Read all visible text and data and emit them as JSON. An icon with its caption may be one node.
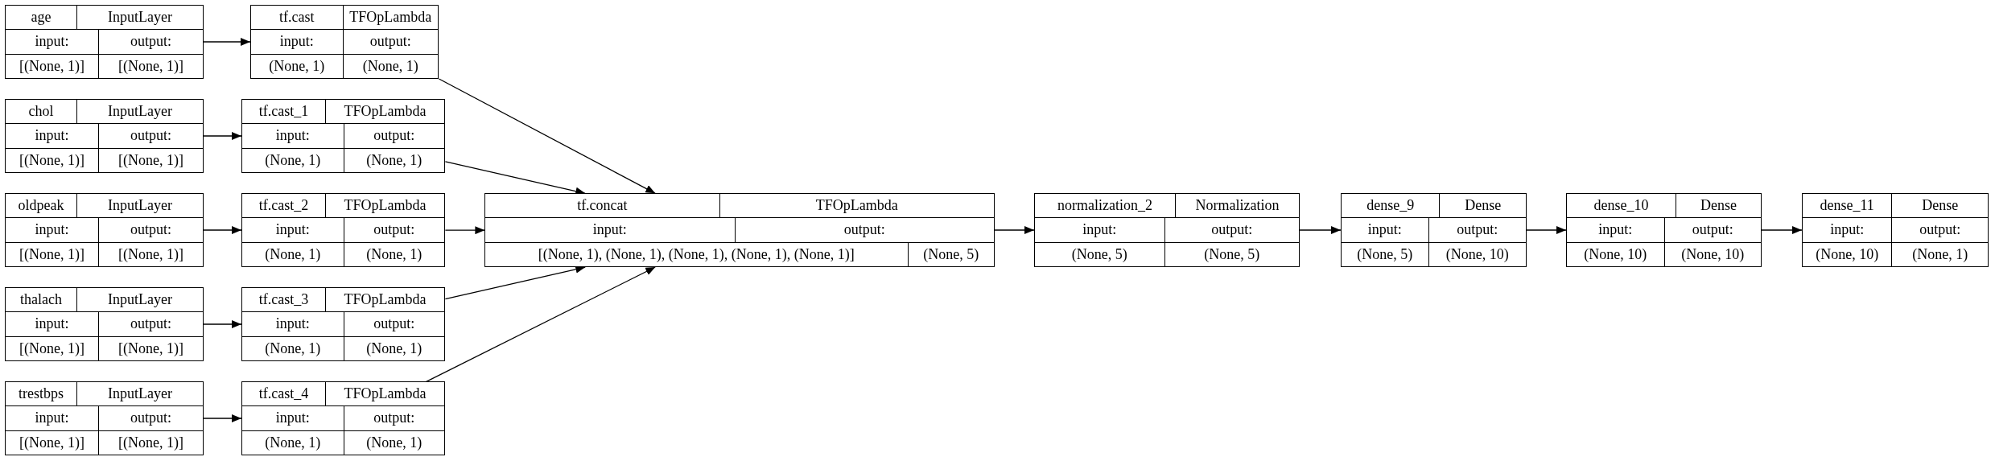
{
  "diagram": {
    "nodes": [
      {
        "text": [
          "age",
          "InputLayer",
          "input:",
          "output:",
          "[(None, 1)]",
          "[(None, 1)]"
        ]
      },
      {
        "text": [
          "chol",
          "InputLayer",
          "input:",
          "output:",
          "[(None, 1)]",
          "[(None, 1)]"
        ]
      },
      {
        "text": [
          "oldpeak",
          "InputLayer",
          "input:",
          "output:",
          "[(None, 1)]",
          "[(None, 1)]"
        ]
      },
      {
        "text": [
          "thalach",
          "InputLayer",
          "input:",
          "output:",
          "[(None, 1)]",
          "[(None, 1)]"
        ]
      },
      {
        "text": [
          "trestbps",
          "InputLayer",
          "input:",
          "output:",
          "[(None, 1)]",
          "[(None, 1)]"
        ]
      },
      {
        "text": [
          "tf.cast",
          "TFOpLambda",
          "input:",
          "output:",
          "(None, 1)",
          "(None, 1)"
        ]
      },
      {
        "text": [
          "tf.cast_1",
          "TFOpLambda",
          "input:",
          "output:",
          "(None, 1)",
          "(None, 1)"
        ]
      },
      {
        "text": [
          "tf.cast_2",
          "TFOpLambda",
          "input:",
          "output:",
          "(None, 1)",
          "(None, 1)"
        ]
      },
      {
        "text": [
          "tf.cast_3",
          "TFOpLambda",
          "input:",
          "output:",
          "(None, 1)",
          "(None, 1)"
        ]
      },
      {
        "text": [
          "tf.cast_4",
          "TFOpLambda",
          "input:",
          "output:",
          "(None, 1)",
          "(None, 1)"
        ]
      },
      {
        "text": [
          "tf.concat",
          "TFOpLambda",
          "input:",
          "output:",
          "[(None, 1), (None, 1), (None, 1), (None, 1), (None, 1)]",
          "(None, 5)"
        ]
      },
      {
        "text": [
          "normalization_2",
          "Normalization",
          "input:",
          "output:",
          "(None, 5)",
          "(None, 5)"
        ]
      },
      {
        "text": [
          "dense_9",
          "Dense",
          "input:",
          "output:",
          "(None, 5)",
          "(None, 10)"
        ]
      },
      {
        "text": [
          "dense_10",
          "Dense",
          "input:",
          "output:",
          "(None, 10)",
          "(None, 10)"
        ]
      },
      {
        "text": [
          "dense_11",
          "Dense",
          "input:",
          "output:",
          "(None, 10)",
          "(None, 1)"
        ]
      }
    ],
    "edges": [
      {
        "from": 0,
        "to": 5,
        "arrow": "to"
      },
      {
        "from": 1,
        "to": 6,
        "arrow": "to"
      },
      {
        "from": 2,
        "to": 7,
        "arrow": "to"
      },
      {
        "from": 3,
        "to": 8,
        "arrow": "to"
      },
      {
        "from": 4,
        "to": 9,
        "arrow": "to"
      },
      {
        "from": 5,
        "to": 10,
        "arrow": "to"
      },
      {
        "from": 6,
        "to": 10,
        "arrow": "to"
      },
      {
        "from": 7,
        "to": 10,
        "arrow": "to"
      },
      {
        "from": 8,
        "to": 10,
        "arrow": "to"
      },
      {
        "from": 9,
        "to": 10,
        "arrow": "to"
      },
      {
        "from": 10,
        "to": 11,
        "arrow": "to"
      },
      {
        "from": 11,
        "to": 12,
        "arrow": "to"
      },
      {
        "from": 12,
        "to": 13,
        "arrow": "to"
      },
      {
        "from": 13,
        "to": 14,
        "arrow": "to"
      }
    ]
  }
}
